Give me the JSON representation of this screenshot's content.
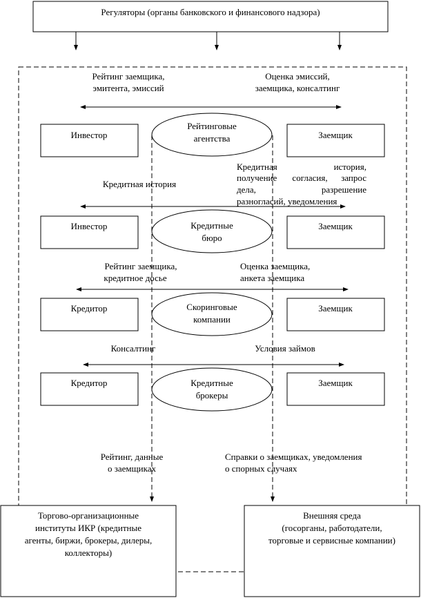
{
  "regulators": "Регуляторы (органы банковского и финансового надзора)",
  "rating": {
    "agency": [
      "Рейтинговые",
      "агентства"
    ],
    "left_label": [
      "Рейтинг заемщика,",
      "эмитента, эмиссий"
    ],
    "right_label": [
      "Оценка эмиссий,",
      "заемщика, консалтинг"
    ],
    "left_party": "Инвестор",
    "right_party": "Заемщик"
  },
  "bureau": {
    "agency": [
      "Кредитные",
      "бюро"
    ],
    "left_label": [
      "Кредитная история"
    ],
    "right_label": [
      [
        "Кредитная",
        "история,"
      ],
      [
        "получение",
        "согласия,",
        "запрос"
      ],
      [
        "дела,",
        "разрешение"
      ],
      [
        "разногласий, уведомления"
      ]
    ],
    "left_party": "Инвестор",
    "right_party": "Заемщик"
  },
  "scoring": {
    "agency": [
      "Скоринговые",
      "компании"
    ],
    "left_label": [
      "Рейтинг заемщика,",
      "кредитное досье"
    ],
    "right_label": [
      "Оценка заемщика,",
      "анкета заемщика"
    ],
    "left_party": "Кредитор",
    "right_party": "Заемщик"
  },
  "brokers": {
    "agency": [
      "Кредитные",
      "брокеры"
    ],
    "left_label": [
      "Консалтинг"
    ],
    "right_label": [
      "Условия займов"
    ],
    "left_party": "Кредитор",
    "right_party": "Заемщик"
  },
  "bottom": {
    "left_label": [
      "Рейтинг, данные",
      "о заемщиках"
    ],
    "right_label": [
      "Справки о заемщиках, уведомления",
      "о спорных случаях"
    ]
  },
  "trade_institutes": [
    "Торгово-организационные",
    "институты ИКР (кредитные",
    "агенты, биржи, брокеры, дилеры,",
    "коллекторы)"
  ],
  "external_env": [
    "Внешняя среда",
    "(госорганы, работодатели,",
    "торговые и сервисные компании)"
  ]
}
